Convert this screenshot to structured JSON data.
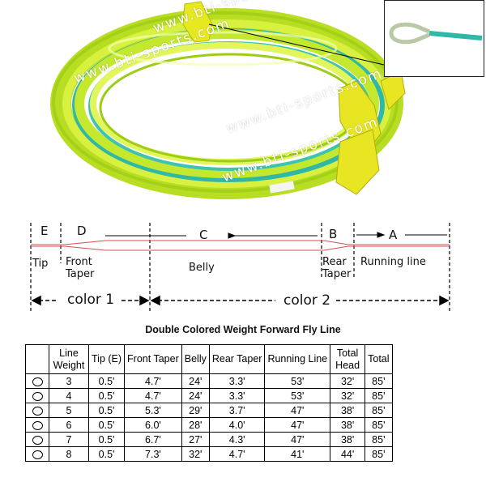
{
  "photo": {
    "watermarks": [
      "www.bti-sports.com",
      "www.bti-sports.com",
      "www.bti-sports.com",
      "www.bti-sports.com"
    ]
  },
  "diagram": {
    "sections": [
      "E",
      "D",
      "C",
      "B",
      "A"
    ],
    "parts": [
      "Tip",
      "Front",
      "Taper",
      "Belly",
      "Rear",
      "Taper",
      "Running line"
    ],
    "color_labels": [
      "color 1",
      "color 2"
    ]
  },
  "table": {
    "title": "Double Colored Weight Forward Fly Line",
    "headers": [
      "",
      "Line Weight",
      "Tip (E)",
      "Front Taper",
      "Belly",
      "Rear Taper",
      "Running Line",
      "Total Head",
      "Total"
    ],
    "rows": [
      [
        "3",
        "0.5'",
        "4.7'",
        "24'",
        "3.3'",
        "53'",
        "32'",
        "85'"
      ],
      [
        "4",
        "0.5'",
        "4.7'",
        "24'",
        "3.3'",
        "53'",
        "32'",
        "85'"
      ],
      [
        "5",
        "0.5'",
        "5.3'",
        "29'",
        "3.7'",
        "47'",
        "38'",
        "85'"
      ],
      [
        "6",
        "0.5'",
        "6.0'",
        "28'",
        "4.0'",
        "47'",
        "38'",
        "85'"
      ],
      [
        "7",
        "0.5'",
        "6.7'",
        "27'",
        "4.3'",
        "47'",
        "38'",
        "85'"
      ],
      [
        "8",
        "0.5'",
        "7.3'",
        "32'",
        "4.7'",
        "41'",
        "44'",
        "85'"
      ]
    ]
  },
  "colors": {
    "line_yellow": "#c8e82a",
    "line_teal": "#2fb8a8",
    "taper_red": "#d05050"
  }
}
